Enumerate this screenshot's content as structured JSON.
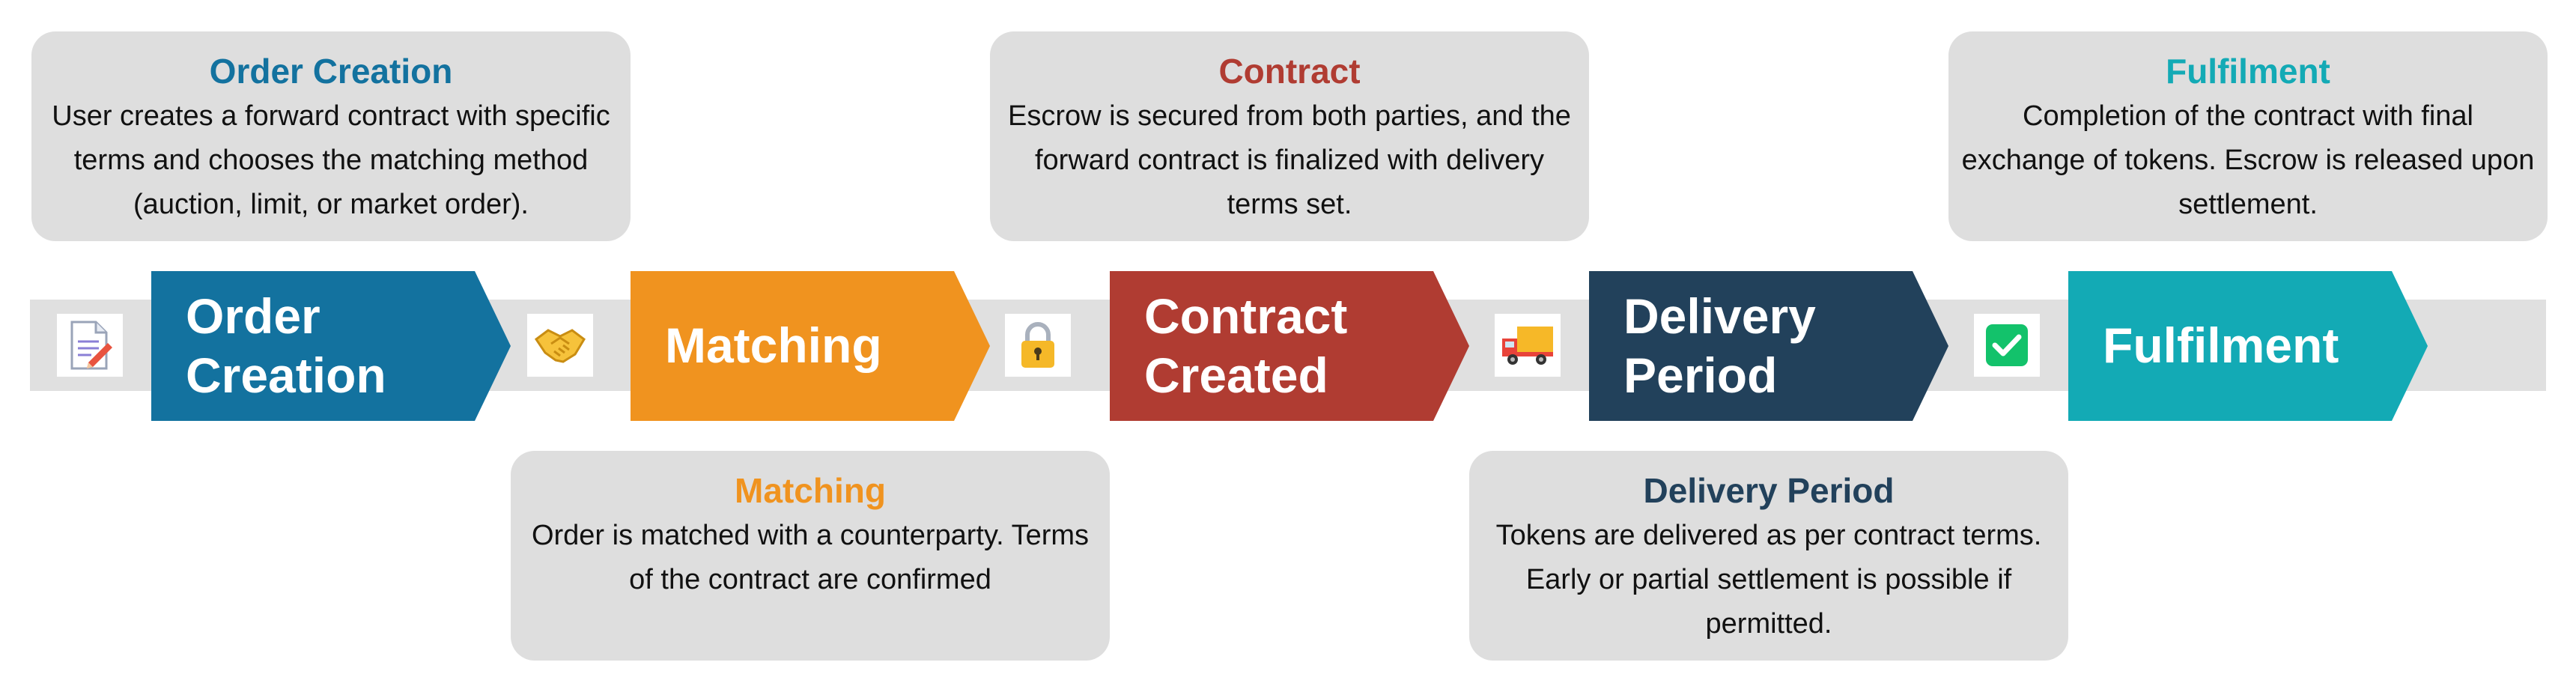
{
  "colors": {
    "order_creation": "#13729f",
    "matching": "#f0931f",
    "contract": "#b03c32",
    "delivery": "#22415b",
    "fulfilment": "#13aab5"
  },
  "stages": [
    {
      "label": "Order\nCreation",
      "color": "#13729f"
    },
    {
      "label": "Matching",
      "color": "#f0931f"
    },
    {
      "label": "Contract\nCreated",
      "color": "#b03c32"
    },
    {
      "label": "Delivery\nPeriod",
      "color": "#22415b"
    },
    {
      "label": "Fulfilment",
      "color": "#13aab5"
    }
  ],
  "icons": [
    "document-pen-icon",
    "handshake-icon",
    "padlock-icon",
    "delivery-truck-icon",
    "checkmark-icon"
  ],
  "cards": {
    "order_creation": {
      "title": "Order Creation",
      "body": "User creates a forward contract with specific terms and chooses the matching method (auction, limit, or market order)."
    },
    "matching": {
      "title": "Matching",
      "body": "Order is matched with a counterparty. Terms of the contract are confirmed"
    },
    "contract": {
      "title": "Contract",
      "body": "Escrow is secured from both parties, and the forward contract is finalized with delivery terms set."
    },
    "delivery": {
      "title": "Delivery Period",
      "body": "Tokens are delivered as per contract terms. Early or partial settlement is possible if permitted."
    },
    "fulfilment": {
      "title": "Fulfilment",
      "body": "Completion of the contract with final exchange of tokens. Escrow is released upon settlement."
    }
  }
}
